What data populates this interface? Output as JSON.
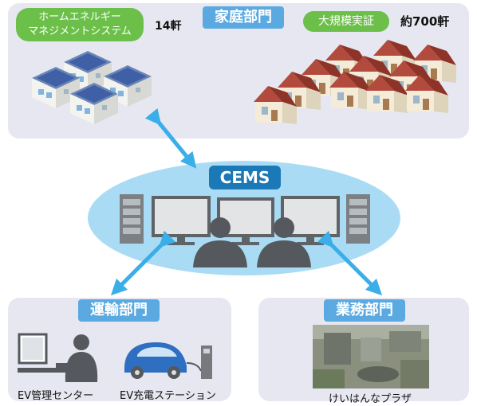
{
  "household": {
    "title": "家庭部門",
    "hems_label_line1": "ホームエネルギー",
    "hems_label_line2": "マネジメントシステム",
    "hems_count": "14軒",
    "demo_label": "大規模実証",
    "demo_count": "約700軒"
  },
  "cems": {
    "label": "CEMS"
  },
  "transport": {
    "title": "運輸部門",
    "ev_center": "EV管理センター",
    "ev_charge": "EV充電ステーション"
  },
  "business": {
    "title": "業務部門",
    "plaza": "けいはんなプラザ"
  },
  "colors": {
    "panel": "#e7e7f1",
    "label_blue": "#5aa9e0",
    "pill_green": "#6cc04a",
    "ellipse": "#a9dcf4",
    "arrow": "#3aaee8",
    "cems_box": "#1c79b7"
  }
}
